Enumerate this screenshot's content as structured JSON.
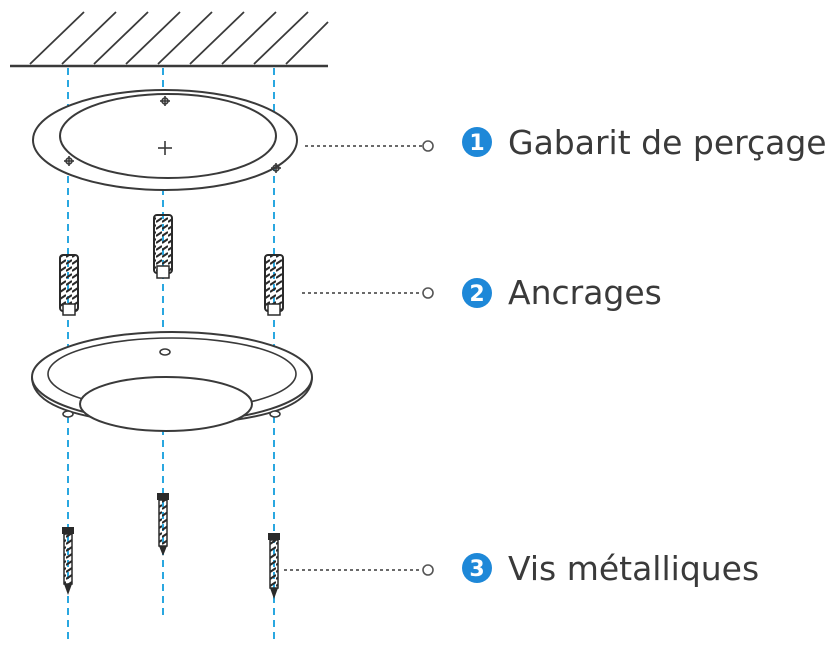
{
  "diagram": {
    "accent_color": "#1e88d8",
    "guide_color": "#2aa7e0",
    "line_color": "#3a3a3a",
    "callouts": [
      {
        "number": "1",
        "label": "Gabarit de perçage",
        "part": "drill-template"
      },
      {
        "number": "2",
        "label": "Ancrages",
        "part": "anchors"
      },
      {
        "number": "3",
        "label": "Vis métalliques",
        "part": "metal-screws"
      }
    ]
  }
}
